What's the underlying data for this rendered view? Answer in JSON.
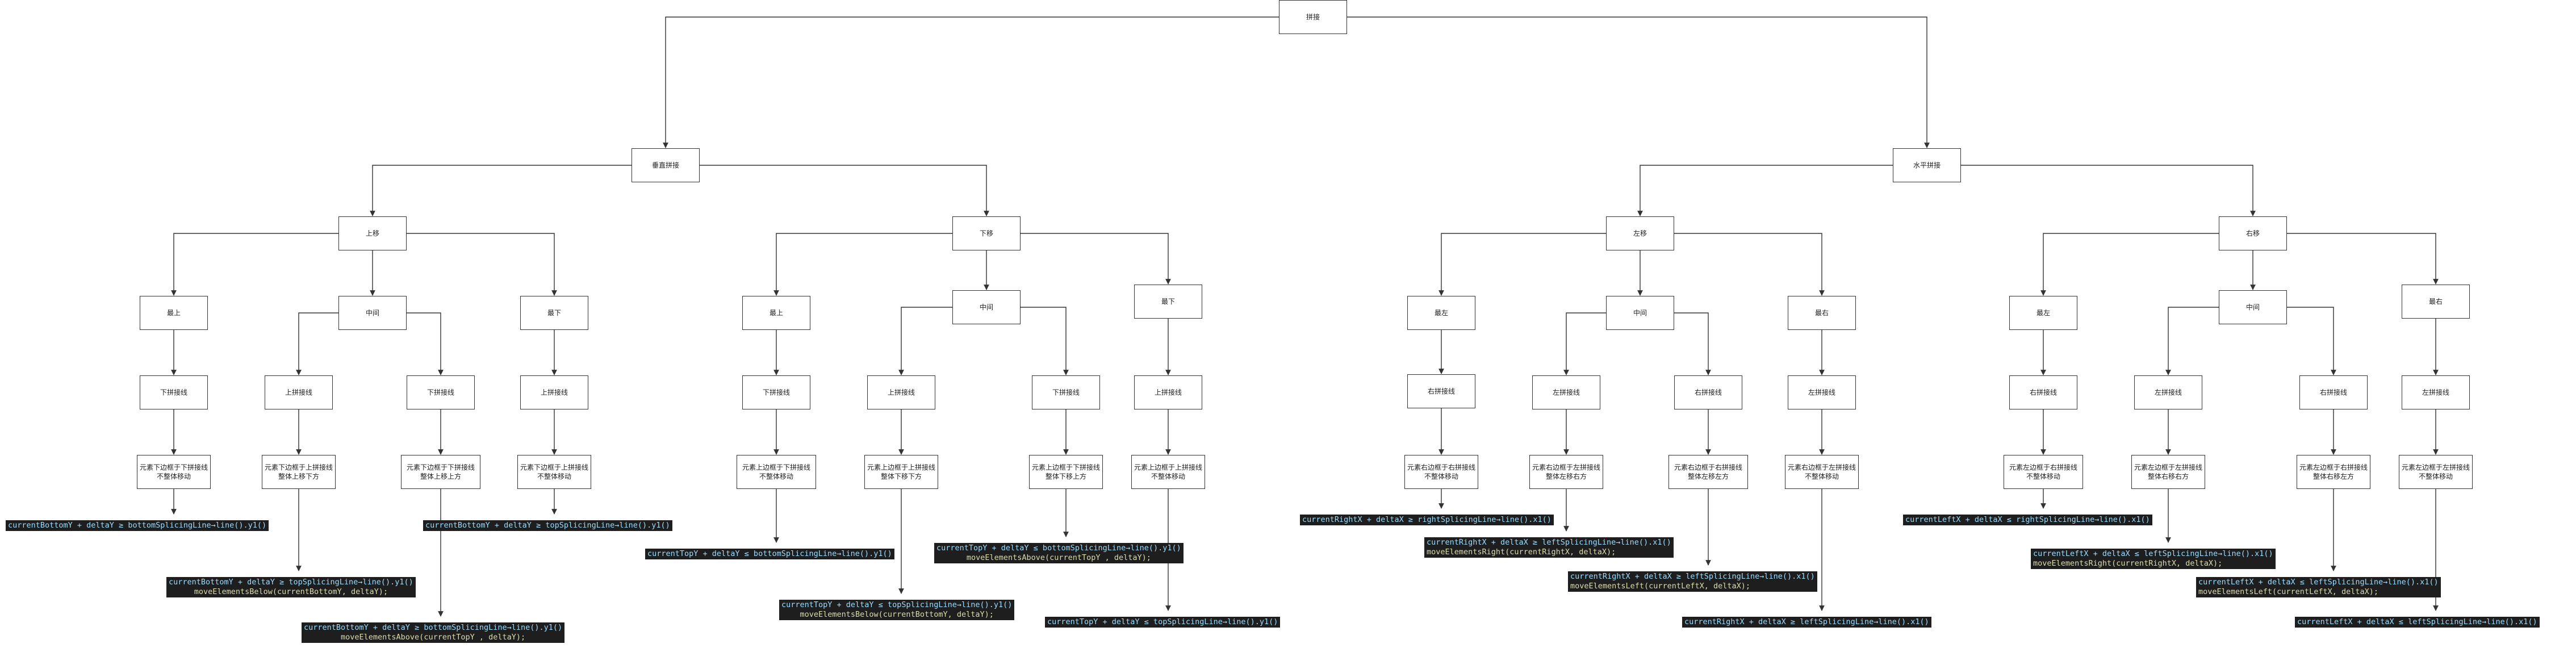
{
  "colors": {
    "line": "#333333",
    "node_border": "#333333",
    "code_bg": "#1e1e1e",
    "code_text": "#9cdcfe",
    "code_fn": "#dcdcaa"
  },
  "nodes": {
    "root": "拼接",
    "vertical": "垂直拼接",
    "horizontal": "水平拼接",
    "v_up": "上移",
    "v_down": "下移",
    "h_left": "左移",
    "h_right": "右移",
    "vu_top": "最上",
    "vu_mid": "中间",
    "vu_bottom": "最下",
    "vd_top": "最上",
    "vd_mid": "中间",
    "vd_bottom": "最下",
    "hl_left": "最左",
    "hl_mid": "中间",
    "hl_right": "最右",
    "hr_left": "最左",
    "hr_mid": "中间",
    "hr_right": "最右",
    "vu_top_line": "下拼接线",
    "vu_mid_a_line": "上拼接线",
    "vu_mid_b_line": "下拼接线",
    "vu_bottom_line": "上拼接线",
    "vd_top_line": "下拼接线",
    "vd_mid_a_line": "上拼接线",
    "vd_mid_b_line": "下拼接线",
    "vd_bottom_line": "上拼接线",
    "hl_left_line": "右拼接线",
    "hl_mid_a_line": "左拼接线",
    "hl_mid_b_line": "右拼接线",
    "hl_right_line": "左拼接线",
    "hr_left_line": "右拼接线",
    "hr_mid_a_line": "左拼接线",
    "hr_mid_b_line": "右拼接线",
    "hr_right_line": "左拼接线",
    "vu_top_desc": "元素下边框于下拼接线\n不整体移动",
    "vu_mid_a_desc": "元素下边框于上拼接线\n整体上移下方",
    "vu_mid_b_desc": "元素下边框于下拼接线\n整体上移上方",
    "vu_bottom_desc": "元素下边框于上拼接线\n不整体移动",
    "vd_top_desc": "元素上边框于下拼接线\n不整体移动",
    "vd_mid_a_desc": "元素上边框于上拼接线\n整体下移下方",
    "vd_mid_b_desc": "元素上边框于下拼接线\n整体下移上方",
    "vd_bottom_desc": "元素上边框于上拼接线\n不整体移动",
    "hl_left_desc": "元素右边框于右拼接线\n不整体移动",
    "hl_mid_a_desc": "元素右边框于左拼接线\n整体左移右方",
    "hl_mid_b_desc": "元素右边框于右拼接线\n整体左移左方",
    "hl_right_desc": "元素右边框于左拼接线\n不整体移动",
    "hr_left_desc": "元素左边框于右拼接线\n不整体移动",
    "hr_mid_a_desc": "元素左边框于左拼接线\n整体右移右方",
    "hr_mid_b_desc": "元素左边框于右拼接线\n整体右移左方",
    "hr_right_desc": "元素左边框于左拼接线\n不整体移动"
  },
  "code": {
    "c1": {
      "line1": "currentBottomY + deltaY ≥ bottomSplicingLine→line().y1()"
    },
    "c2": {
      "line1": "currentBottomY + deltaY ≥ topSplicingLine→line().y1()",
      "line2": "moveElementsBelow(currentBottomY, deltaY);"
    },
    "c3": {
      "line1": "currentBottomY + deltaY ≥ bottomSplicingLine→line().y1()",
      "line2": "moveElementsAbove(currentTopY , deltaY);"
    },
    "c4": {
      "line1": "currentBottomY + deltaY ≥ topSplicingLine→line().y1()"
    },
    "c5": {
      "line1": "currentTopY + deltaY ≤ bottomSplicingLine→line().y1()"
    },
    "c6": {
      "line1": "currentTopY + deltaY ≤ topSplicingLine→line().y1()",
      "line2": "moveElementsBelow(currentBottomY, deltaY);"
    },
    "c7": {
      "line1": "currentTopY + deltaY ≤ bottomSplicingLine→line().y1()",
      "line2": "moveElementsAbove(currentTopY , deltaY);"
    },
    "c8": {
      "line1": "currentTopY + deltaY ≤ topSplicingLine→line().y1()"
    },
    "c9": {
      "line1": "currentRightX + deltaX ≥ rightSplicingLine→line().x1()"
    },
    "c10": {
      "line1": "currentRightX + deltaX ≥ leftSplicingLine→line().x1()",
      "line2": "moveElementsRight(currentRightX, deltaX);"
    },
    "c11": {
      "line1": "currentRightX + deltaX ≥ leftSplicingLine→line().x1()",
      "line2": "moveElementsLeft(currentLeftX, deltaX);"
    },
    "c12": {
      "line1": "currentRightX + deltaX ≥ leftSplicingLine→line().x1()"
    },
    "c13": {
      "line1": "currentLeftX + deltaX ≤ rightSplicingLine→line().x1()"
    },
    "c14": {
      "line1": "currentLeftX + deltaX ≤ leftSplicingLine→line().x1()",
      "line2": "moveElementsRight(currentRightX, deltaX);"
    },
    "c15": {
      "line1": "currentLeftX + deltaX ≤ leftSplicingLine→line().x1()",
      "line2": "moveElementsLeft(currentLeftX, deltaX);"
    },
    "c16": {
      "line1": "currentLeftX + deltaX ≤ leftSplicingLine→line().x1()"
    }
  }
}
